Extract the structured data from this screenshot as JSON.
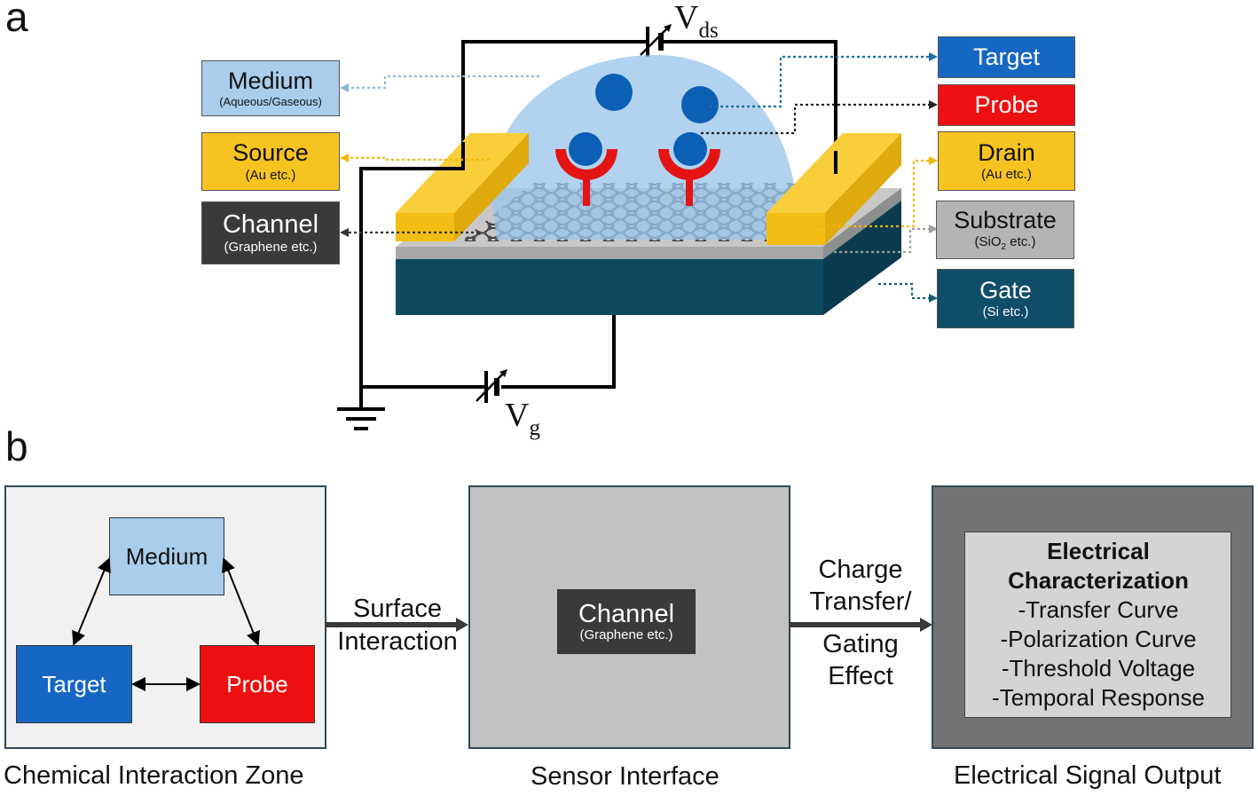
{
  "panel_a": {
    "letter": "a",
    "vds": {
      "main": "V",
      "sub": "ds"
    },
    "vg": {
      "main": "V",
      "sub": "g"
    },
    "legend_left": [
      {
        "title": "Medium",
        "subtitle": "(Aqueous/Gaseous)",
        "color": "#a9cdeb"
      },
      {
        "title": "Source",
        "subtitle": "(Au etc.)",
        "color": "#f7c320"
      },
      {
        "title": "Channel",
        "subtitle": "(Graphene etc.)",
        "color": "#3a3a3a"
      }
    ],
    "legend_right": [
      {
        "title": "Target",
        "subtitle": "",
        "color": "#1667c4"
      },
      {
        "title": "Probe",
        "subtitle": "",
        "color": "#ee1010"
      },
      {
        "title": "Drain",
        "subtitle": "(Au etc.)",
        "color": "#f7c320"
      },
      {
        "title": "Substrate",
        "subtitle_pre": "(SiO",
        "subtitle_sub": "2",
        "subtitle_post": " etc.)",
        "color": "#b4b4b4"
      },
      {
        "title": "Gate",
        "subtitle": "(Si etc.)",
        "color": "#0f4d68"
      }
    ]
  },
  "panel_b": {
    "letter": "b",
    "zone1": {
      "caption": "Chemical Interaction Zone",
      "medium": "Medium",
      "target": "Target",
      "probe": "Probe"
    },
    "arrow1_label": [
      "Surface",
      "Interaction"
    ],
    "zone2": {
      "caption": "Sensor Interface",
      "channel_title": "Channel",
      "channel_sub": "(Graphene etc.)"
    },
    "arrow2_label": [
      "Charge",
      "Transfer/",
      "Gating",
      "Effect"
    ],
    "zone3": {
      "caption": "Electrical Signal Output",
      "heading": [
        "Electrical",
        "Characterization"
      ],
      "items": [
        "-Transfer Curve",
        "-Polarization Curve",
        "-Threshold Voltage",
        "-Temporal Response"
      ]
    }
  }
}
